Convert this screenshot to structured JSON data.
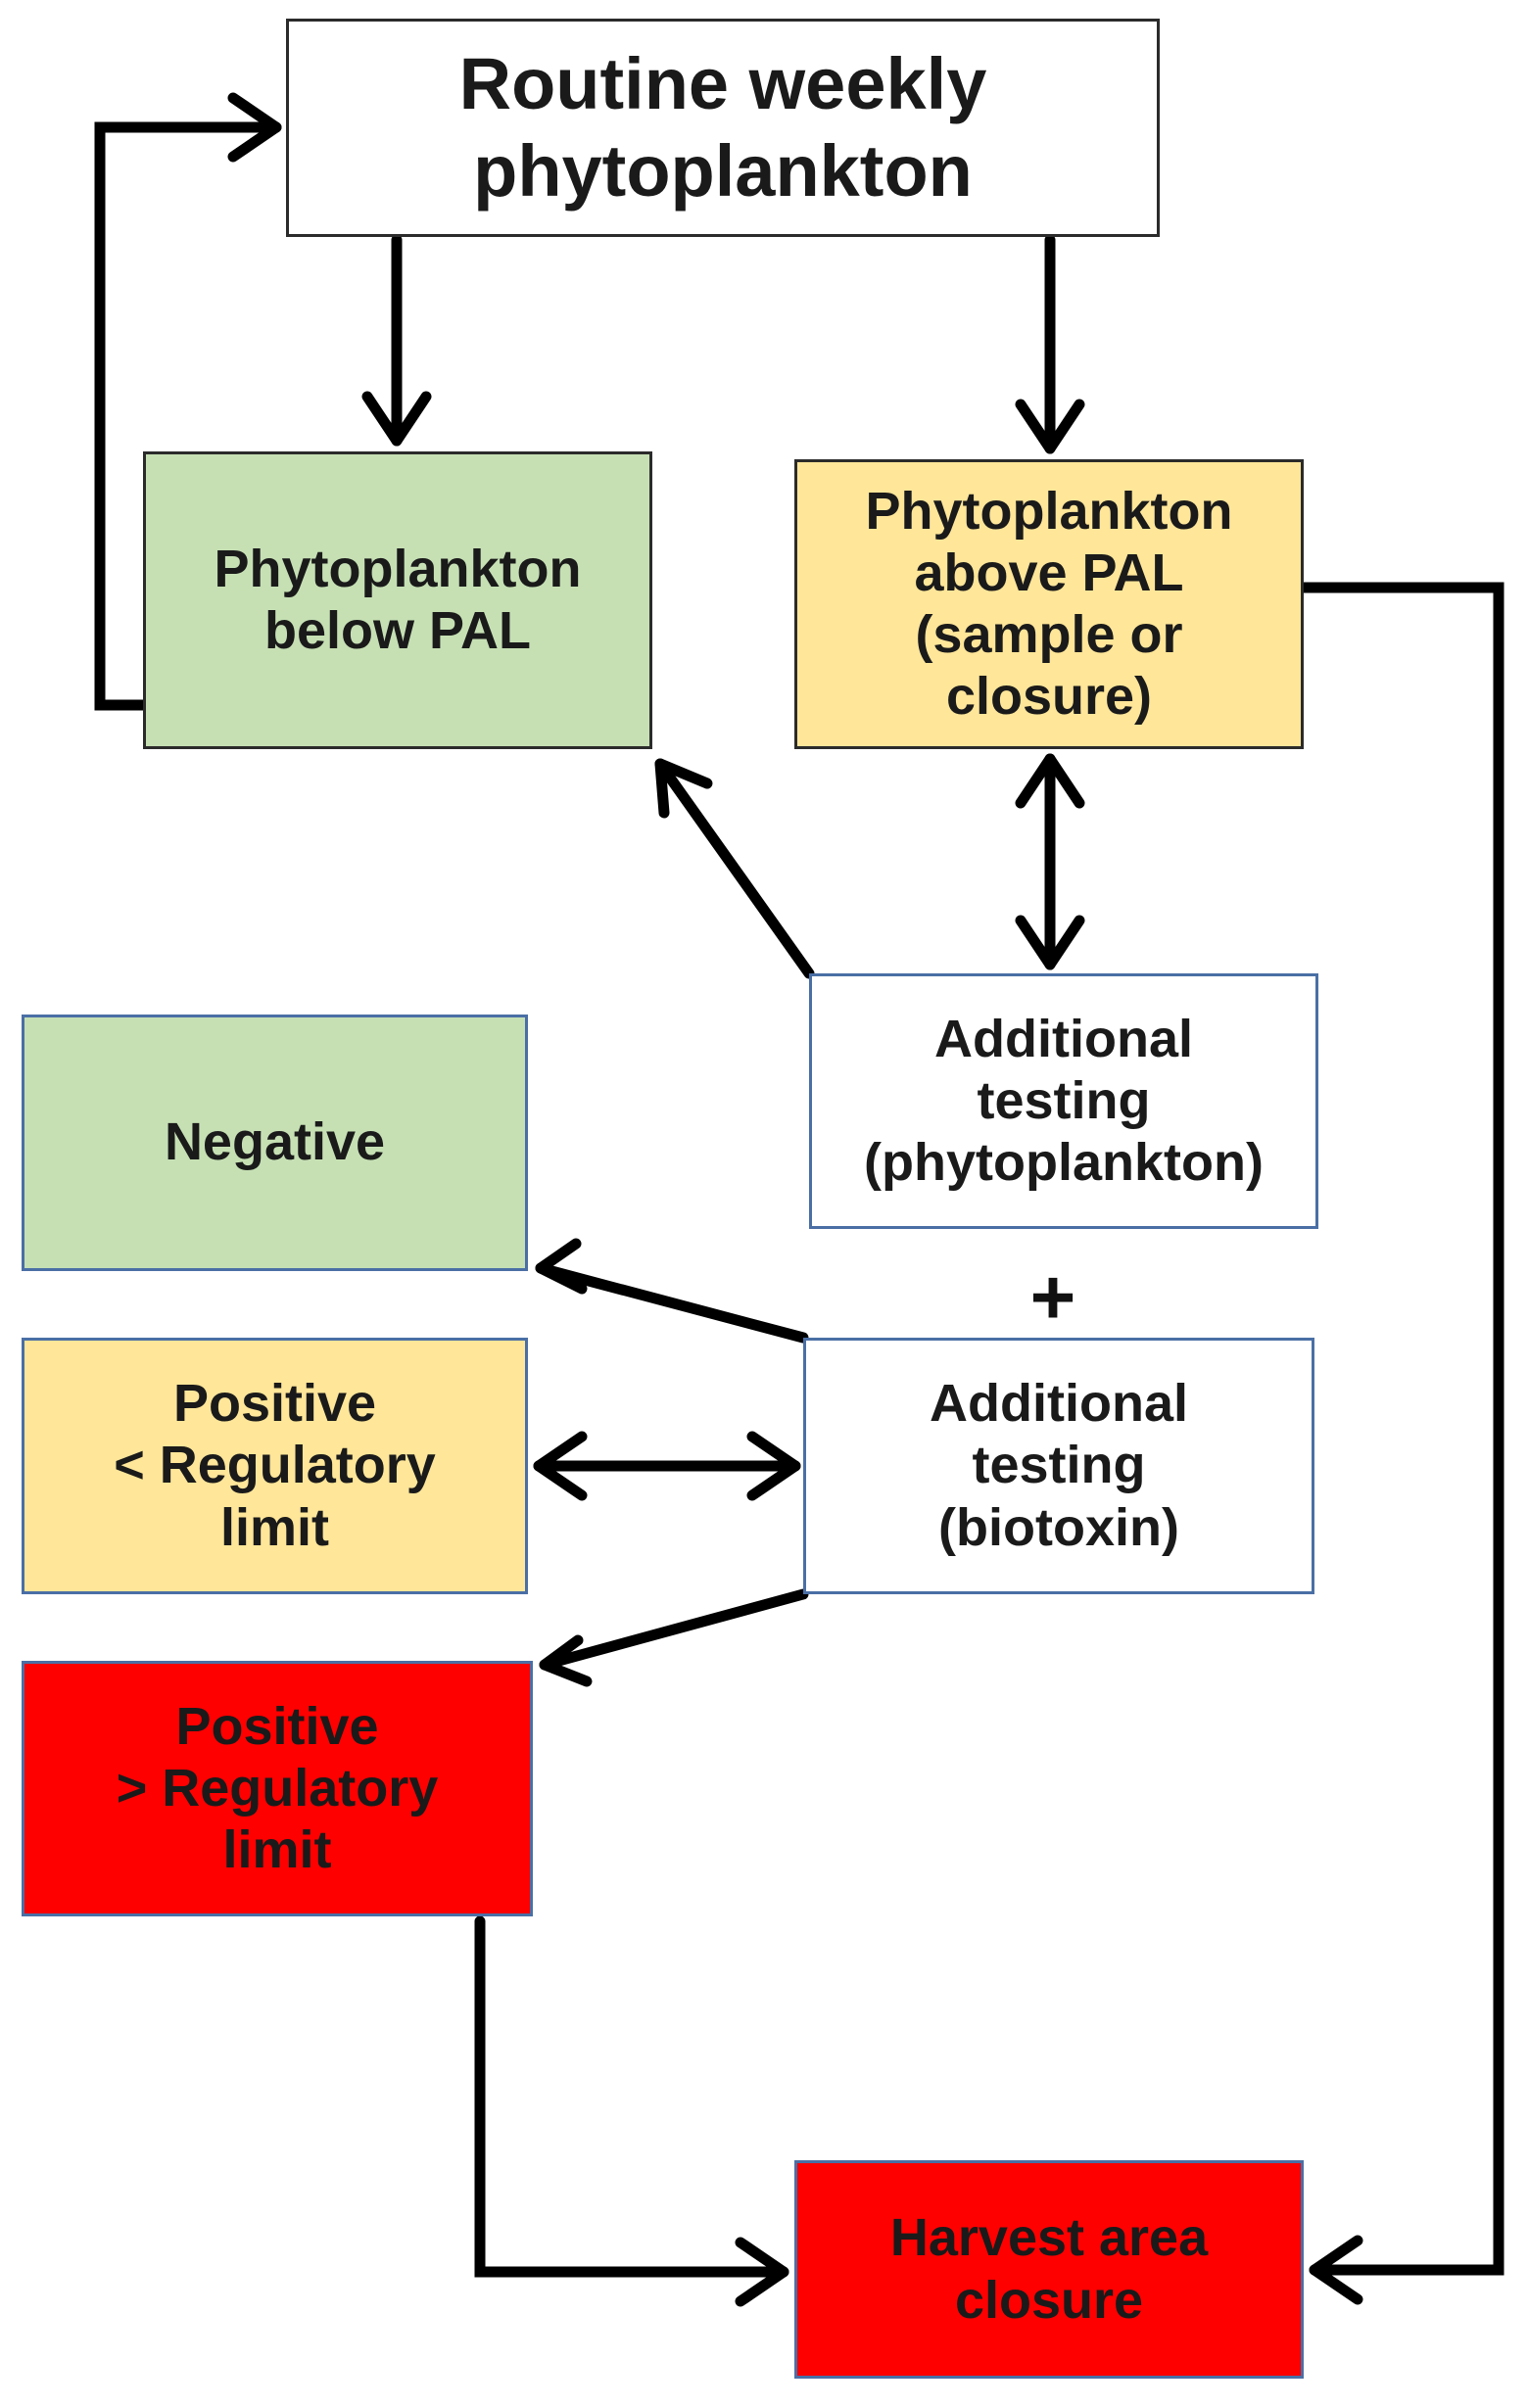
{
  "nodes": {
    "routine": {
      "label": "Routine weekly\nphytoplankton",
      "color": "#ffffff"
    },
    "below_pal": {
      "label": "Phytoplankton\nbelow PAL",
      "color": "#c6e0b4"
    },
    "above_pal": {
      "label": "Phytoplankton\nabove PAL\n(sample or\nclosure)",
      "color": "#ffe699"
    },
    "additional_phyto": {
      "label": "Additional\ntesting\n(phytoplankton)",
      "color": "#ffffff"
    },
    "negative": {
      "label": "Negative",
      "color": "#c6e0b4"
    },
    "additional_biotoxin": {
      "label": "Additional\ntesting\n(biotoxin)",
      "color": "#ffffff"
    },
    "positive_below": {
      "label": "Positive\n< Regulatory\nlimit",
      "color": "#ffe699"
    },
    "positive_above": {
      "label": "Positive\n> Regulatory\nlimit",
      "color": "#ff0000"
    },
    "closure": {
      "label": "Harvest area\nclosure",
      "color": "#ff0000"
    }
  },
  "plus_symbol": "+",
  "edges": [
    {
      "from": "routine",
      "to": "below_pal",
      "type": "arrow"
    },
    {
      "from": "routine",
      "to": "above_pal",
      "type": "arrow"
    },
    {
      "from": "below_pal",
      "to": "routine",
      "type": "arrow"
    },
    {
      "from": "above_pal",
      "to": "additional_phyto",
      "type": "double-arrow"
    },
    {
      "from": "additional_phyto",
      "to": "below_pal",
      "type": "arrow"
    },
    {
      "from": "above_pal",
      "to": "closure",
      "type": "arrow"
    },
    {
      "from": "additional_biotoxin",
      "to": "negative",
      "type": "arrow"
    },
    {
      "from": "additional_biotoxin",
      "to": "positive_below",
      "type": "double-arrow"
    },
    {
      "from": "additional_biotoxin",
      "to": "positive_above",
      "type": "arrow"
    },
    {
      "from": "positive_above",
      "to": "closure",
      "type": "arrow"
    }
  ]
}
